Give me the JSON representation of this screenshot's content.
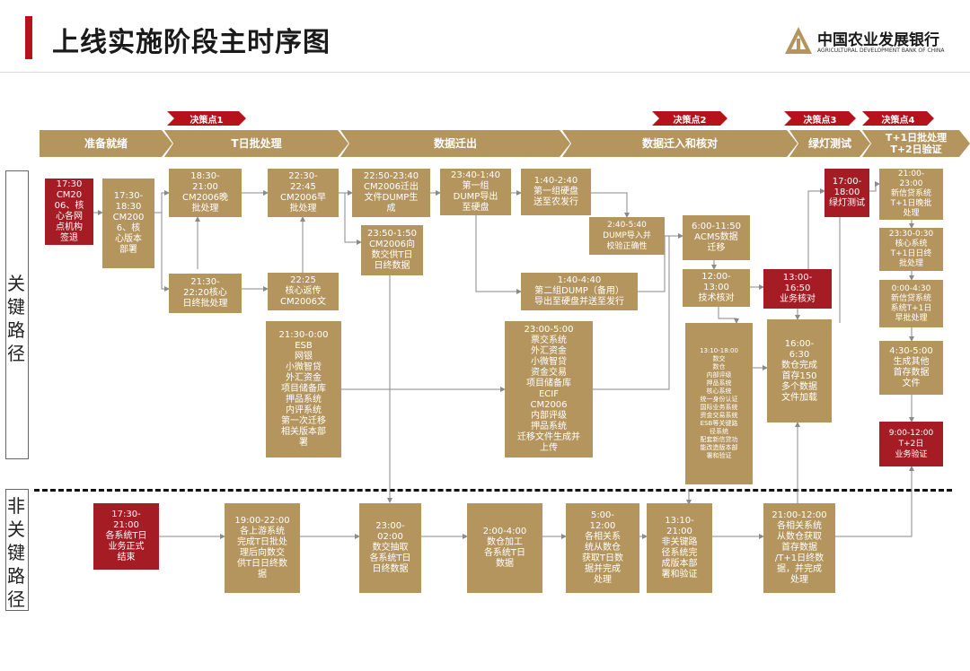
{
  "title": "上线实施阶段主时序图",
  "bank": {
    "name_cn": "中国农业发展银行",
    "name_en": "AGRICULTURAL DEVELOPMENT BANK OF CHINA"
  },
  "decisions": [
    "决策点1",
    "决策点2",
    "决策点3",
    "决策点4"
  ],
  "phases": [
    "准备就绪",
    "T日批处理",
    "数据迁出",
    "数据迁入和核对",
    "绿灯测试",
    "T+1日批处理\nT+2日验证"
  ],
  "lanes": {
    "critical": [
      "关",
      "键",
      "路",
      "径"
    ],
    "noncritical": [
      "非",
      "关",
      "键",
      "路",
      "径"
    ]
  },
  "boxes": {
    "b1": "17:30\nCM20\n06、核\n心各网\n点机构\n签退",
    "b2": "17:30-\n18:30\nCM200\n6、核\n心版本\n部署",
    "b3": "18:30-\n21:00\nCM2006晚\n批处理",
    "b4": "21:30-\n22:20核心\n日终批处理",
    "b5": "22:30-\n22:45\nCM2006早\n批处理",
    "b6": "22:25\n核心返传\nCM2006文",
    "b7": "22:50-23:40\nCM2006迁出\n文件DUMP生\n成",
    "b8": "23:50-1:50\nCM2006向\n数交供T日\n日终数据",
    "b9": "23:40-1:40\n第一组\nDUMP导出\n至硬盘",
    "b10": "1:40-2:40\n第一组硬盘\n送至农发行",
    "b11": "2:40-5:40\nDUMP导入并\n校验正确性",
    "b12": "1:40-4:40\n第二组DUMP（备用）\n导出至硬盘并送至发行",
    "b13": "21:30-0:00\nESB\n网银\n小微智贷\n外汇资金\n项目储备库\n押品系统\n内评系统\n第一次迁移\n相关版本部\n署",
    "b14": "23:00-5:00\n票交系统\n外汇资金\n小微智贷\n资金交易\n项目储备库\nECIF\nCM2006\n内部评级\n押品系统\n迁移文件生成并\n上传",
    "b15": "6:00-11:50\nACMS数据\n迁移",
    "b16": "12:00-\n13:00\n技术核对",
    "b17": "13:00-\n16:50\n业务核对",
    "b18": "13:10-18:00\n数交\n数仓\n内部评级\n押品系统\n核心系统\n统一身份认证\n国际业务系统\n资金交易系统\nESB等关键路\n径系统\n配套新信贷功\n能改造版本部\n署和验证",
    "b19": "16:00-\n6:30\n数仓完成\n首存150\n多个数据\n文件加载",
    "b20": "17:00-\n18:00\n绿灯测试",
    "b21": "21:00-\n23:00\n新信贷系统\nT+1日晚批\n处理",
    "b22": "23:30-0:30\n核心系统\nT+1日日终\n批处理",
    "b23": "0:00-4:30\n新信贷系统\n系统T+1日\n早批处理",
    "b24": "4:30-5:00\n生成其他\n首存数据\n文件",
    "b25": "9:00-12:00\nT+2日\n业务验证",
    "n1": "17:30-\n21:00\n各系统T日\n业务正式\n结束",
    "n2": "19:00-22:00\n各上游系统\n完成T日批处\n理后向数交\n供T日日终数\n据",
    "n3": "23:00-\n02:00\n数交抽取\n各系统T日\n日终数据",
    "n4": "2:00-4:00\n数仓加工\n各系统T日\n数据",
    "n5": "5:00-\n12:00\n各相关系\n统从数仓\n获取T日数\n据并完成\n处理",
    "n6": "13:10-\n21:00\n非关键路\n径系统完\n成版本部\n署和验证",
    "n7": "21:00-12:00\n各相关系统\n从数仓获取\n首存数据\n/T+1日终数\n据，并完成\n处理"
  },
  "colors": {
    "gold": "#b5955e",
    "red": "#a51c24",
    "accent": "#b5121b"
  }
}
